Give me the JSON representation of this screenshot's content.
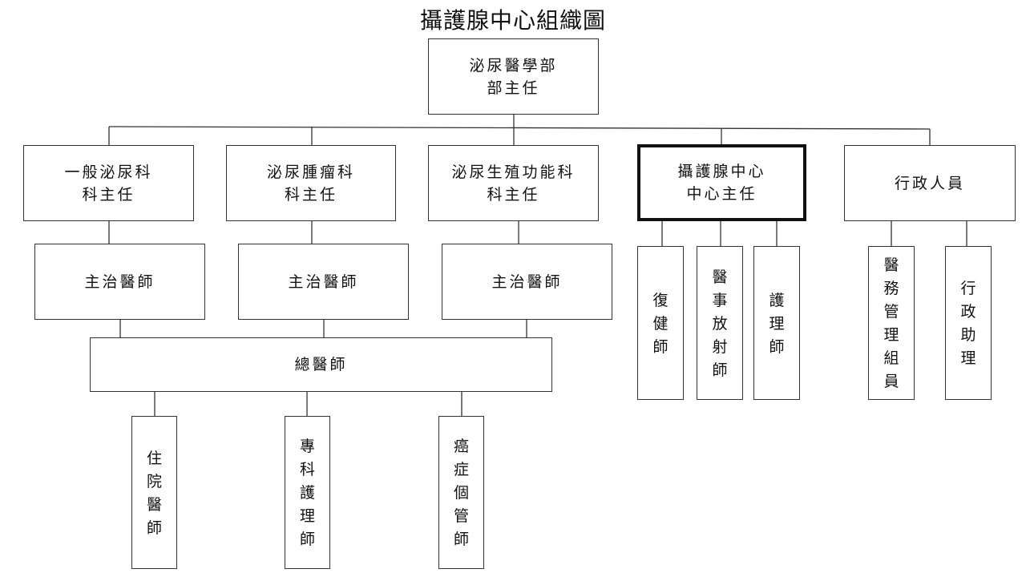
{
  "title": "攝護腺中心組織圖",
  "nodes": {
    "dept_head": "泌尿醫學部\n部主任",
    "general_urology": "一般泌尿科\n科主任",
    "urologic_oncology": "泌尿腫瘤科\n科主任",
    "reproductive": "泌尿生殖功能科\n科主任",
    "prostate_center": "攝護腺中心\n中心主任",
    "admin_staff": "行政人員",
    "attending_1": "主治醫師",
    "attending_2": "主治醫師",
    "attending_3": "主治醫師",
    "chief_resident": "總醫師",
    "resident": "住院醫師",
    "np": "專科護理師",
    "case_manager": "癌症個管師",
    "rehab": "復健師",
    "radiology": "醫事放射師",
    "nurse": "護理師",
    "medical_affairs": "醫務管理組員",
    "admin_assistant": "行政助理"
  }
}
